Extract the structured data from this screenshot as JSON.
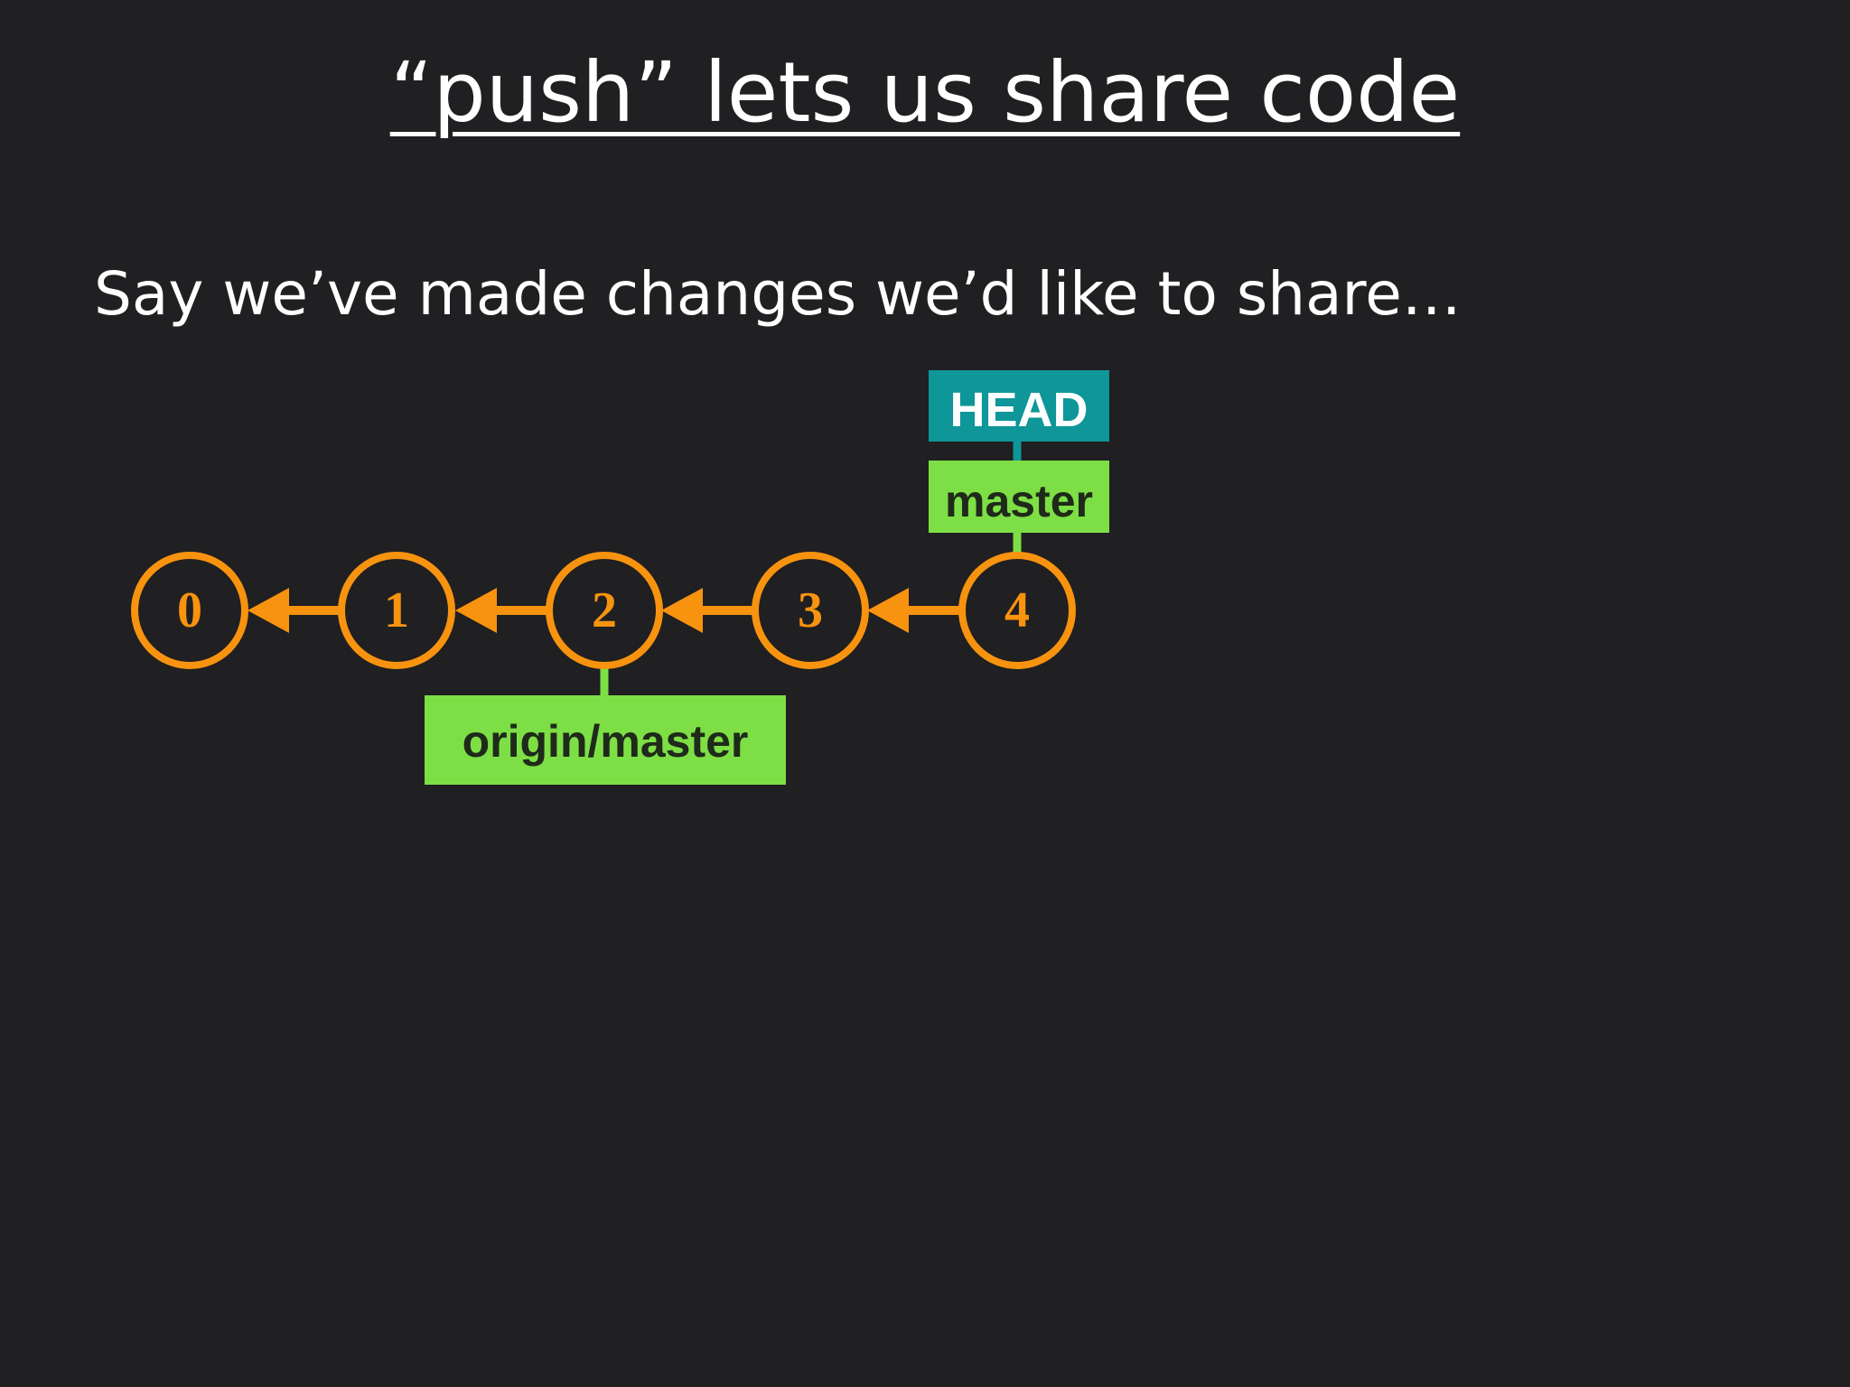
{
  "slide": {
    "title": "“push” lets us share code",
    "subtitle": "Say we’ve made changes we’d like to share…"
  },
  "diagram": {
    "commits": [
      "0",
      "1",
      "2",
      "3",
      "4"
    ],
    "edges": [
      {
        "from": "1",
        "to": "0"
      },
      {
        "from": "2",
        "to": "1"
      },
      {
        "from": "3",
        "to": "2"
      },
      {
        "from": "4",
        "to": "3"
      }
    ],
    "refs": {
      "head": {
        "label": "HEAD",
        "points_to": "master"
      },
      "master": {
        "label": "master",
        "points_to": "4"
      },
      "origin_master": {
        "label": "origin/master",
        "points_to": "2"
      }
    },
    "colors": {
      "commit": "#f7930f",
      "branch": "#7ddf45",
      "head": "#0e9698",
      "branch_text": "#1f2a1a",
      "head_text": "#ffffff",
      "background": "#201f21",
      "text": "#ffffff"
    }
  }
}
